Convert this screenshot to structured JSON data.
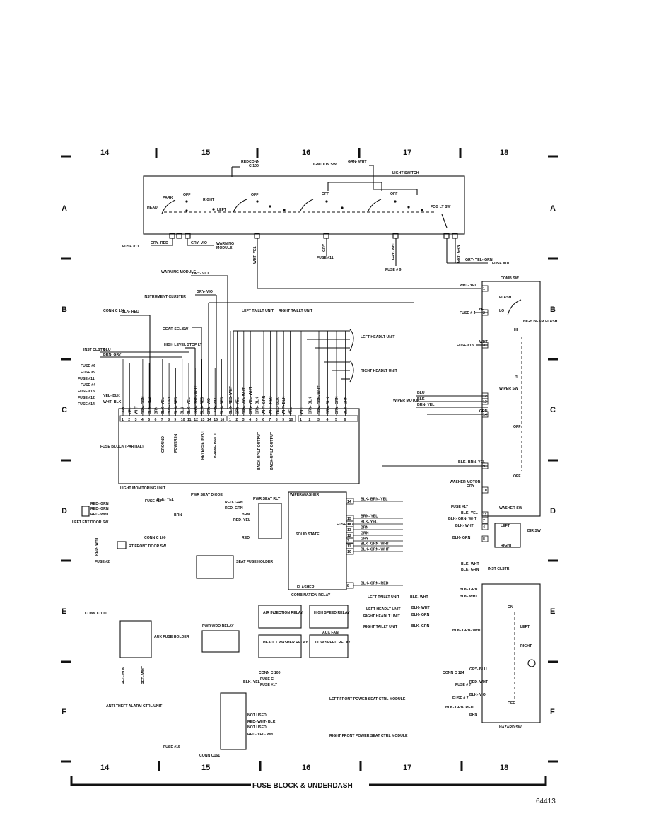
{
  "grid": {
    "top_columns": [
      "14",
      "15",
      "16",
      "17",
      "18"
    ],
    "bottom_columns": [
      "14",
      "15",
      "16",
      "17",
      "18"
    ],
    "left_rows": [
      "A",
      "B",
      "C",
      "D",
      "E",
      "F"
    ],
    "right_rows": [
      "A",
      "B",
      "C",
      "D",
      "E",
      "F"
    ]
  },
  "footer": {
    "title": "FUSE BLOCK & UNDERDASH",
    "doc_id": "64413"
  },
  "light_switch": {
    "name": "LIGHT SWITCH",
    "head": "HEAD",
    "park": "PARK",
    "off": "OFF",
    "right": "RIGHT",
    "left": "LEFT",
    "fog": "FOG LT SW",
    "conn": "CONN",
    "c100": "C 100",
    "red": "RED",
    "grn_wht": "GRN- WHT",
    "ignition": "IGNITION SW",
    "fuse11": "FUSE #11",
    "gry_red": "GRY- RED",
    "gry_vio": "GRY- VIO",
    "warning": "WARNING",
    "module": "MODULE",
    "wht_yel": "WHT- YEL",
    "gry": "GRY",
    "fuse11b": "FUSE #11",
    "gry_wht": "GRY- WHT",
    "fuse9": "FUSE # 9",
    "gry_grn": "GRY- GRN",
    "gry_yel_grn": "GRY- YEL- GRN",
    "fuse10": "FUSE #10"
  },
  "monitor": {
    "name": "LIGHT MONITORING UNIT",
    "fuse_block": "FUSE BLOCK (PARTIAL)",
    "warning_module": "WARNING MODULE",
    "gry_vio": "GRY- VIO",
    "instrument_cluster": "INSTRUMENT CLUSTER",
    "conn_c190": "CONN C 190",
    "blk_red": "BLK- RED",
    "gear_sel": "GEAR SEL SW",
    "high_level": "HIGH LEVEL STOP LT",
    "inst_clstr": "INST CLSTR",
    "blu": "BLU",
    "brn_gry": "BRN- GRY",
    "fuses": [
      "FUSE #6",
      "FUSE #9",
      "FUSE #11",
      "FUSE #4",
      "FUSE #13",
      "FUSE #12",
      "FUSE #14"
    ],
    "yel_blk": "YEL- BLK",
    "wht_blk": "WHT- BLK",
    "left_taillt": "LEFT TAILLT UNIT",
    "right_taillt": "RIGHT TAILLT UNIT",
    "left_headlt": "LEFT HEADLT UNIT",
    "right_headlt": "RIGHT HEADLT UNIT",
    "ground": "GROUND",
    "power_in": "POWER IN",
    "reverse_input": "REVERSE INPUT",
    "brake_input": "BRAKE INPUT",
    "backup_out": "BACK-UP LT OUTPUT",
    "pins": [
      "1",
      "2",
      "3",
      "4",
      "5",
      "6",
      "7",
      "8",
      "9",
      "10",
      "11",
      "12",
      "13",
      "14",
      "15",
      "16"
    ],
    "wires_a": [
      "GRY",
      "YEL",
      "WHT",
      "GRY- GRN",
      "BLK- RED",
      "BRN",
      "BLK- YEL",
      "BRN- GRY",
      "BLK- RED",
      "BLU",
      "BLK- YEL",
      "GRY- GRN- WHT",
      "BLK- RED",
      "GRY- VIO",
      "GRY- VIO",
      "BLK- RED"
    ],
    "wires_b": [
      "BLK- RED- WHT",
      "GRY- YEL",
      "GRY- VIO- WHT",
      "GRY- YEL- WHT",
      "GRY- BLK",
      "WHT- GRN",
      "WHT- RED",
      "YEL- BLK",
      "WHT- BLK",
      "YEL",
      "WHT",
      "GRY- BLK",
      "GRY- GRN- WHT",
      "GRY- BLK",
      "GRY- GRN",
      "BLK- GRN"
    ]
  },
  "comb_sw": {
    "name": "COMB SW",
    "flash": "FLASH",
    "lo": "LO",
    "hi": "HI",
    "high_beam_flash": "HIGH BEAM FLASH",
    "wiper_sw": "WIPER SW",
    "off": "OFF",
    "washer_sw": "WASHER SW",
    "wht_yel": "WHT- YEL",
    "fuse4": "FUSE # 4",
    "yel": "YEL",
    "fuse13": "FUSE #13",
    "wht": "WHT",
    "wiper_motor": "WIPER MOTOR",
    "blu": "BLU",
    "blk": "BLK",
    "brn_yel": "BRN- YEL",
    "grn": "GRN",
    "blk_brn_yel": "BLK- BRN- YEL",
    "washer_motor": "WASHER MOTOR",
    "gry": "GRY",
    "fuse17": "FUSE #17",
    "blk_yel": "BLK- YEL",
    "blk_grn_wht": "BLK- GRN- WHT",
    "blk_wht": "BLK- WHT",
    "left": "LEFT",
    "dir_sw": "DIR SW",
    "blk_grn": "BLK- GRN",
    "right": "RIGHT",
    "pins": [
      "1",
      "2",
      "3",
      "12",
      "13",
      "14",
      "9",
      "10",
      "11",
      "7",
      "4",
      "8"
    ]
  },
  "combination_relay": {
    "name": "COMBINATION RELAY",
    "wiper_washer": "WIPER/WASHER",
    "solid_state": "SOLID STATE",
    "flasher": "FLASHER",
    "pins": [
      "14",
      "15",
      "16",
      "13",
      "12",
      "3",
      "11",
      "10",
      "8"
    ],
    "wires": [
      "BLK- BRN- YEL",
      "BRN- YEL",
      "BLK- YEL",
      "BRN",
      "GRN",
      "GRY",
      "BLK- GRN- WHT",
      "BLK- GRN- WHT",
      "BLK- GRN- RED"
    ],
    "fuse17": "FUSE #17"
  },
  "seat": {
    "pwr_seat_diode": "PWR SEAT DIODE",
    "pwr_seat_rly": "PWR SEAT RLY",
    "fuse17": "FUSE #17",
    "blk_yel": "BLK- YEL",
    "red_grn": "RED- GRN",
    "brn": "BRN",
    "red_yel": "RED- YEL",
    "red": "RED",
    "conn_c100": "CONN C 100",
    "left_fnt_door": "LEFT FNT DOOR SW",
    "rt_front_door": "RT FRONT DOOR SW",
    "red_wht": "RED- WHT",
    "fuse2": "FUSE #2",
    "seat_fuse": "SEAT FUSE HOLDER",
    "aux_fuse": "AUX FUSE HOLDER",
    "anti_theft": "ANTI-THEFT ALARM CTRL UNIT",
    "red_blk": "RED- BLK",
    "relays": [
      "AIR INJECTION RELAY",
      "HIGH SPEED RELAY",
      "AUX FAN",
      "HEADLT WASHER RELAY",
      "LOW SPEED RELAY"
    ],
    "pwr_wdo_relay": "PWR WDO RELAY",
    "fuse_c": "FUSE C",
    "blk_yel2": "BLK- YEL",
    "conn_c161": "CONN C161",
    "fuse15": "FUSE #15",
    "not_used": "NOT USED",
    "red_wht_blk": "RED- WHT- BLK",
    "left_front_pwr": "LEFT FRONT POWER SEAT CTRL MODULE",
    "right_front_pwr": "RIGHT FRONT POWER SEAT CTRL MODULE",
    "red_yel_wht": "RED- YEL- WHT"
  },
  "hazard": {
    "name": "HAZARD SW",
    "on": "ON",
    "left": "LEFT",
    "right": "RIGHT",
    "off": "OFF",
    "inst_clstr": "INST CLSTR",
    "blk_wht": "BLK- WHT",
    "blk_grn": "BLK- GRN",
    "left_taillt": "LEFT TAILLT UNIT",
    "left_headlt": "LEFT HEADLT UNIT",
    "right_headlt": "RIGHT HEADLT UNIT",
    "right_taillt": "RIGHT TAILLT UNIT",
    "blk_grn_wht": "BLK- GRN- WHT",
    "conn_c124": "CONN C 124",
    "gry_blu": "GRY- BLU",
    "fuse7": "FUSE # 7",
    "red_wht": "RED- WHT",
    "blk_vio": "BLK- VIO",
    "blk_grn_red": "BLK- GRN- RED",
    "brn": "BRN"
  }
}
